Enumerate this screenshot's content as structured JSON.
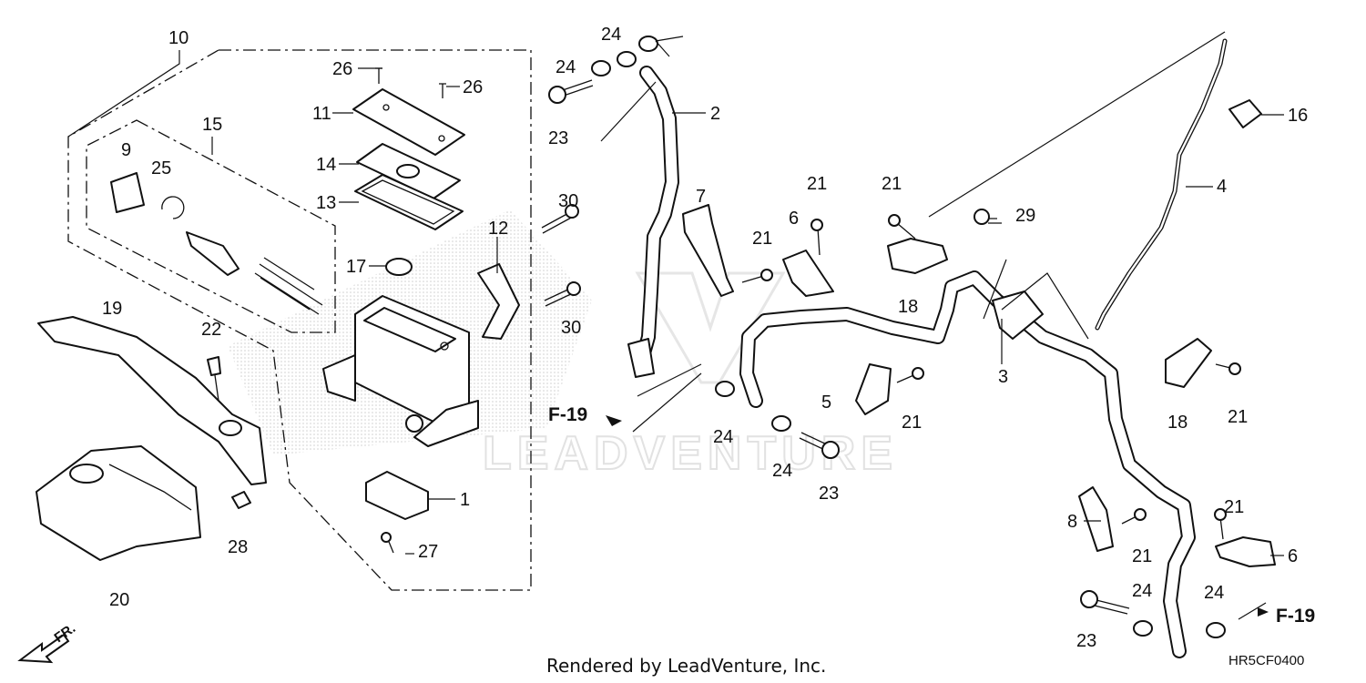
{
  "callouts": {
    "c1": "1",
    "c2": "2",
    "c3": "3",
    "c4": "4",
    "c5": "5",
    "c6a": "6",
    "c6b": "6",
    "c7": "7",
    "c8": "8",
    "c9": "9",
    "c10": "10",
    "c11": "11",
    "c12": "12",
    "c13": "13",
    "c14": "14",
    "c15": "15",
    "c16": "16",
    "c17": "17",
    "c18a": "18",
    "c18b": "18",
    "c19": "19",
    "c20": "20",
    "c21a": "21",
    "c21b": "21",
    "c21c": "21",
    "c21d": "21",
    "c21e": "21",
    "c21f": "21",
    "c21g": "21",
    "c22": "22",
    "c23a": "23",
    "c23b": "23",
    "c23c": "23",
    "c24a": "24",
    "c24b": "24",
    "c24c": "24",
    "c24d": "24",
    "c24e": "24",
    "c24f": "24",
    "c25": "25",
    "c26a": "26",
    "c26b": "26",
    "c27": "27",
    "c28": "28",
    "c29": "29",
    "c30a": "30",
    "c30b": "30"
  },
  "references": {
    "left": "F-19",
    "right": "F-19"
  },
  "front_indicator": "FR.",
  "watermark": "LEADVENTURE",
  "footer": {
    "credit": "Rendered by LeadVenture, Inc.",
    "diagram_code": "HR5CF0400"
  }
}
